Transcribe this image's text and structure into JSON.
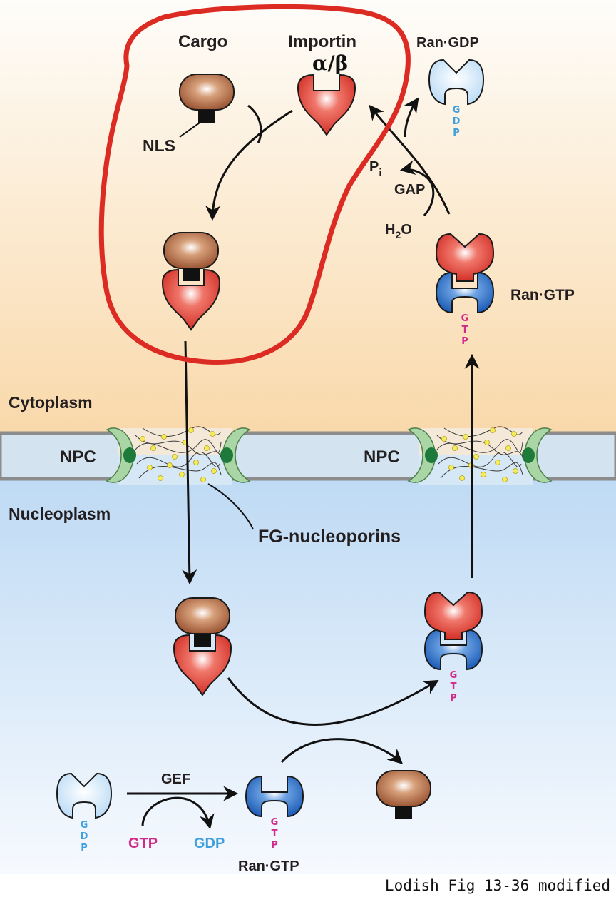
{
  "labels": {
    "cargo": "Cargo",
    "importin": "Importin",
    "importin_sub": "α/β",
    "ran_gdp_top": "Ran·GDP",
    "nls": "NLS",
    "pi": "P",
    "pi_sub": "i",
    "gap": "GAP",
    "h2o": "H",
    "h2o_sub": "2",
    "h2o_end": "O",
    "ran_gtp_right": "Ran·GTP",
    "cytoplasm": "Cytoplasm",
    "nucleoplasm": "Nucleoplasm",
    "npc_left": "NPC",
    "npc_right": "NPC",
    "fg_nucleoporins": "FG-nucleoporins",
    "gef": "GEF",
    "gtp": "GTP",
    "gdp": "GDP",
    "ran_gtp_bottom": "Ran·GTP",
    "g": "G",
    "d": "D",
    "p": "P",
    "t": "T"
  },
  "credit": "Lodish Fig 13-36 modified",
  "colors": {
    "cytoplasm_top": "#fdfcf8",
    "cytoplasm_bottom": "#f9d9ac",
    "nucleoplasm_top": "#bcd9f4",
    "nucleoplasm_bottom": "#f5f9fd",
    "cargo": "#a35e3a",
    "importin": "#dc3d32",
    "ran_gtp": "#2a6cc0",
    "ran_gdp": "#cfe5f8",
    "gdp_text": "#3e9fdc",
    "gtp_text": "#d02a8a",
    "annotation": "#dc2b22",
    "membrane": "#cfe1ee"
  }
}
